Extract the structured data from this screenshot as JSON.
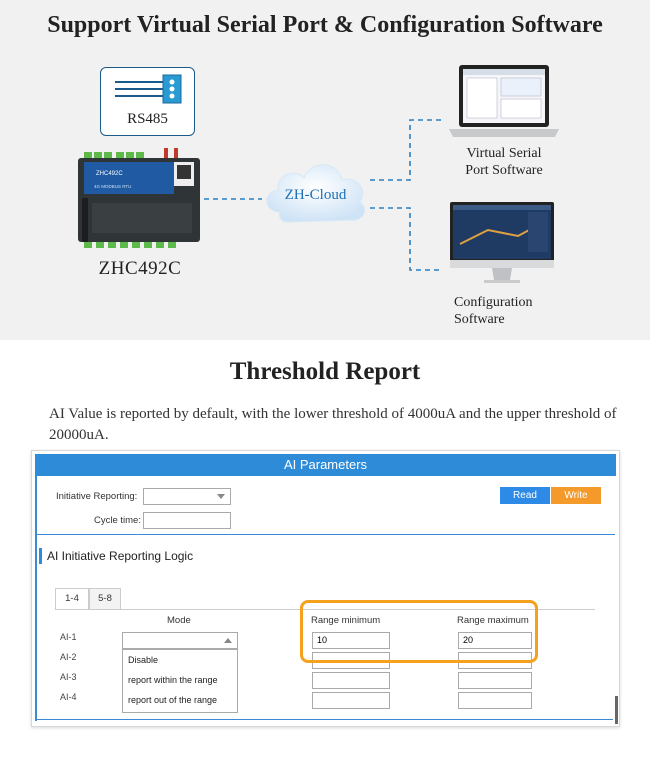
{
  "top": {
    "title": "Support Virtual Serial Port & Configuration Software",
    "rs485_label": "RS485",
    "device_label": "ZHC492C",
    "device_brand": "ZHC492C",
    "device_sub": "4G MODBUS RTU",
    "cloud_label": "ZH-Cloud",
    "laptop_label_line1": "Virtual Serial",
    "laptop_label_line2": "Port Software",
    "monitor_label_line1": "Configuration",
    "monitor_label_line2": "Software"
  },
  "section2": {
    "title": "Threshold Report",
    "description": "AI Value is reported by default, with the lower threshold of 4000uA and the upper threshold of 20000uA."
  },
  "panel": {
    "header": "AI Parameters",
    "initiative_reporting_label": "Initiative Reporting:",
    "cycle_time_label": "Cycle time:",
    "read_label": "Read",
    "write_label": "Write",
    "logic_title": "AI Initiative Reporting Logic",
    "tabs": [
      "1-4",
      "5-8"
    ],
    "columns": {
      "mode": "Mode",
      "range_min": "Range minimum",
      "range_max": "Range maximum"
    },
    "rows": [
      {
        "label": "AI-1",
        "min": "10",
        "max": "20"
      },
      {
        "label": "AI-2",
        "min": "",
        "max": ""
      },
      {
        "label": "AI-3",
        "min": "",
        "max": ""
      },
      {
        "label": "AI-4",
        "min": "",
        "max": ""
      }
    ],
    "mode_options": [
      "Disable",
      "report within the range",
      "report out of the range"
    ]
  },
  "colors": {
    "header_blue": "#2e8bd8",
    "read_blue": "#2d8ae6",
    "write_orange": "#f39a2b",
    "highlight_orange": "#f4a11d",
    "cloud_text": "#1c6fb5"
  }
}
